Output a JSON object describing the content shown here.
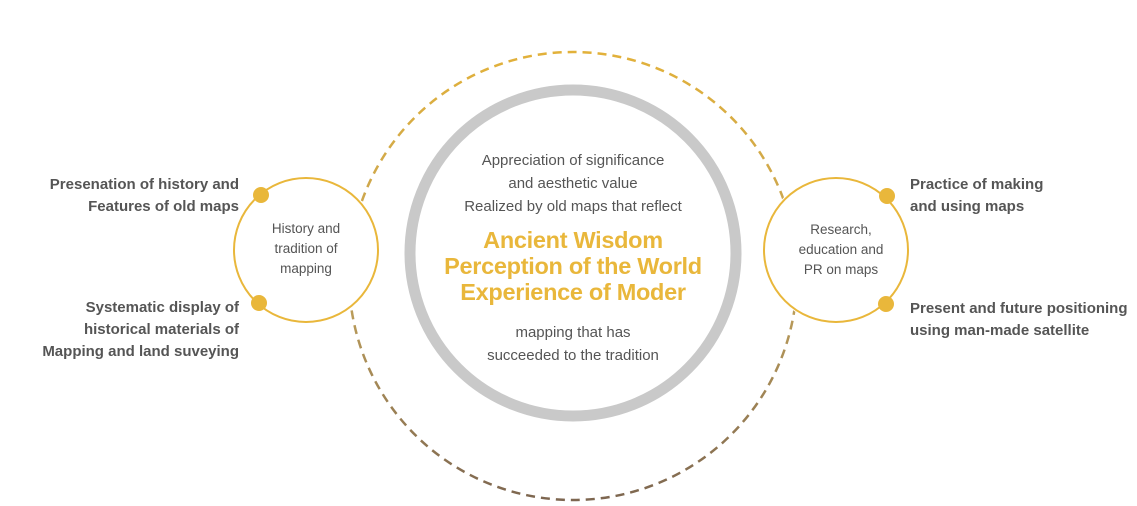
{
  "center": {
    "top_text": "Appreciation of significance\nand aesthetic value\nRealized by old maps that reflect",
    "title": "Ancient Wisdom\nPerception of the World\nExperience of Moder",
    "bottom_text": "mapping that has\nsucceeded to the tradition"
  },
  "left_circle": {
    "label": "History and\ntradition of\nmapping",
    "top_point": "Presenation of history and\nFeatures of old maps",
    "bottom_point": "Systematic display of\nhistorical materials of\nMapping and land suveying"
  },
  "right_circle": {
    "label": "Research,\neducation and\nPR on maps",
    "top_point": "Practice of making\nand using maps",
    "bottom_point": "Present and future positioning\nusing man-made satellite"
  },
  "colors": {
    "gold": "#E9B73B",
    "dashed_top": "#D9A93A",
    "dashed_bottom": "#8B7355",
    "inner_ring": "#C8C8C8",
    "text": "#555555"
  }
}
